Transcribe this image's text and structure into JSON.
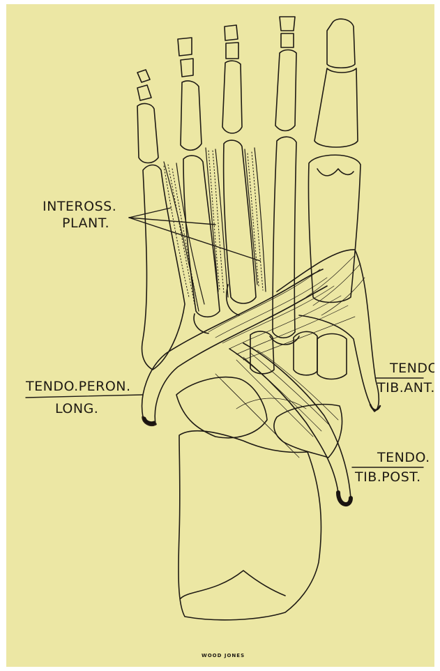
{
  "labels": {
    "inteross_1": "INTEROSS.",
    "inteross_2": "PLANT.",
    "peron_1": "TENDO.PERON.",
    "peron_2": "LONG.",
    "tibant_1": "TENDO",
    "tibant_2": "TIB.ANT.",
    "tibpost_1": "TENDO.",
    "tibpost_2": "TIB.POST."
  },
  "signature": "WOOD JONES",
  "colors": {
    "paper": "#ece7a4",
    "ink": "#1e1a14"
  }
}
